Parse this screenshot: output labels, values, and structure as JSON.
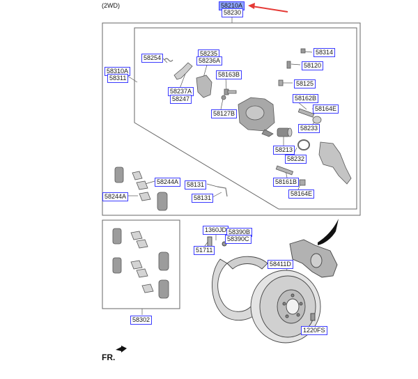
{
  "header": {
    "variant": "(2WD)"
  },
  "footer": {
    "direction": "FR."
  },
  "colors": {
    "label_border": "#3a3aff",
    "highlight": "#8fa6ff",
    "arrow": "#e53935"
  },
  "labels": {
    "l58210A": "58210A",
    "l58230": "58230",
    "l58254": "58254",
    "l58235": "58235",
    "l58236A": "58236A",
    "l58310A": "58310A",
    "l58311": "58311",
    "l58163B": "58163B",
    "l58314": "58314",
    "l58120": "58120",
    "l58237A": "58237A",
    "l58247": "58247",
    "l58125": "58125",
    "l58162B": "58162B",
    "l58164E_top": "58164E",
    "l58127B": "58127B",
    "l58233": "58233",
    "l58213": "58213",
    "l58232": "58232",
    "l58244A_top": "58244A",
    "l58131_a": "58131",
    "l58161B": "58161B",
    "l58244A_bot": "58244A",
    "l58131_b": "58131",
    "l58164E_bot": "58164E",
    "l1360JD": "1360JD",
    "l58390B": "58390B",
    "l58390C": "58390C",
    "l51711": "51711",
    "l58411D": "58411D",
    "l58302": "58302",
    "l1220FS": "1220FS"
  }
}
